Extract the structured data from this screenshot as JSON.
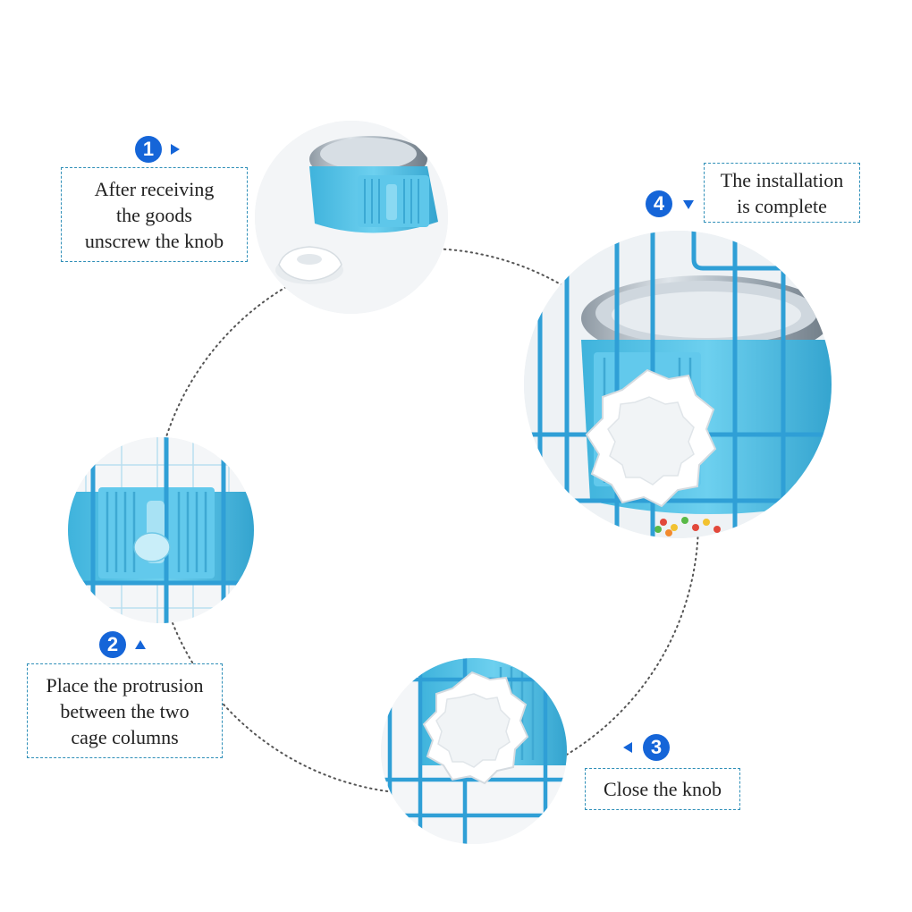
{
  "colors": {
    "badge": "#1565d8",
    "caption_border": "#2f8fb8",
    "bowl_blue": "#4fc0e6",
    "cage_wire": "#3aa6d9",
    "knob_white": "#f4f6f8",
    "steel": "#b9c3cb"
  },
  "steps": [
    {
      "number": "1",
      "arrow": "right",
      "lines": [
        "After receiving",
        "the goods",
        "unscrew the knob"
      ]
    },
    {
      "number": "2",
      "arrow": "up",
      "lines": [
        "Place the protrusion",
        "between the two",
        "cage columns"
      ]
    },
    {
      "number": "3",
      "arrow": "left",
      "lines": [
        "Close the knob"
      ]
    },
    {
      "number": "4",
      "arrow": "down",
      "lines": [
        "The installation",
        "is complete"
      ]
    }
  ]
}
